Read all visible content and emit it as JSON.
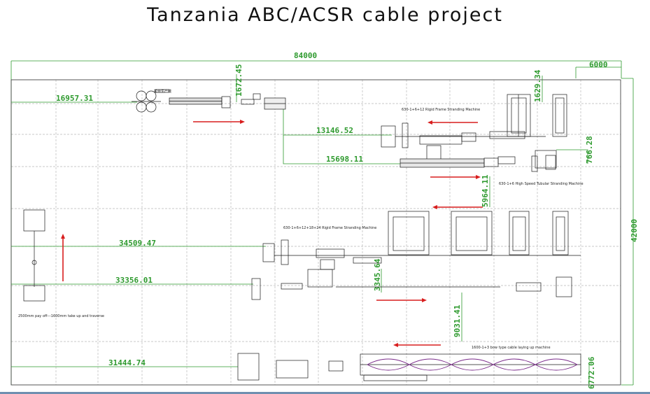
{
  "title": "Tanzania ABC/ACSR cable project",
  "dimensions": {
    "total_width": "84000",
    "right_offset": "6000",
    "total_height": "42000",
    "line1_length": "16957.31",
    "line1_vertical": "1672.45",
    "line2_length": "13146.52",
    "line3_length": "15698.11",
    "right_top_vertical": "1629.34",
    "right_mid_vertical": "766.28",
    "mid_vertical_1": "5964.11",
    "line4_length": "34509.47",
    "line5_length": "33356.01",
    "mid_vertical_2": "3345.64",
    "mid_vertical_3": "9031.41",
    "line6_length": "31444.74",
    "bottom_right_vertical": "6772.06"
  },
  "labels": {
    "rigid_frame_12": "630-1+6+12 Rigid Frame Stranding Machine",
    "tubular": "630-1+6 High Speed Tubular Stranding Machine",
    "rigid_frame_24": "630-1+6+12+18+24 Rigid Frame Stranding Machine",
    "takeup": "2500mm pay off---1600mm take up and traverse",
    "bow_type": "1600-1+3 bow type cable laying up machine",
    "small_note": "拉丝生产线"
  },
  "colors": {
    "dimension": "#2e9a2e",
    "flow_arrow": "#d81e1e",
    "grid": "#b8b8b8",
    "machine": "#1a1a1a",
    "accent": "#7a2a8a"
  }
}
